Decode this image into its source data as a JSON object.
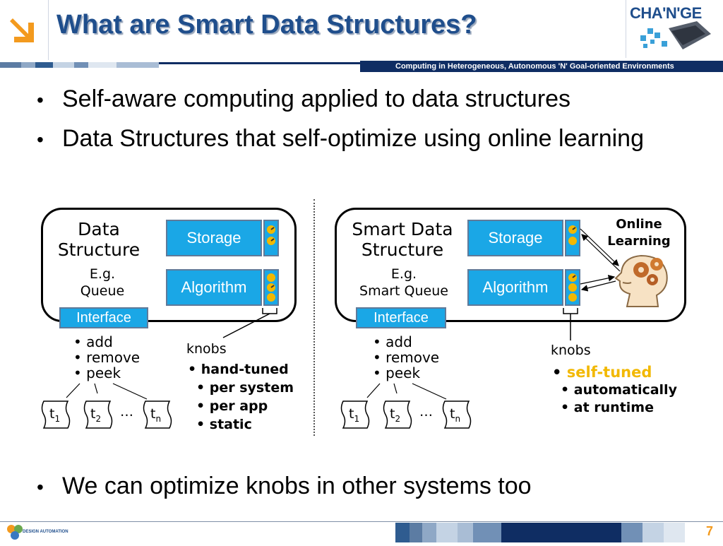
{
  "header": {
    "title": "What are Smart Data Structures?",
    "logo_text": "CHA'N'GE",
    "subtitle": "Computing in Heterogeneous, Autonomous 'N' Goal-oriented Environments"
  },
  "bullets": [
    "Self-aware computing applied to data structures",
    "Data Structures that self-optimize using online learning",
    "We can optimize knobs in other systems too"
  ],
  "left_diagram": {
    "title_line1": "Data",
    "title_line2": "Structure",
    "eg_line1": "E.g.",
    "eg_line2": "Queue",
    "storage": "Storage",
    "algorithm": "Algorithm",
    "interface": "Interface",
    "ops": [
      "add",
      "remove",
      "peek"
    ],
    "knobs_label": "knobs",
    "knob_items": [
      "hand-tuned",
      "per system",
      "per app",
      "static"
    ],
    "threads": [
      "t1",
      "t2",
      "…",
      "tn"
    ]
  },
  "right_diagram": {
    "title_line1": "Smart Data",
    "title_line2": "Structure",
    "eg_line1": "E.g.",
    "eg_line2": "Smart Queue",
    "storage": "Storage",
    "algorithm": "Algorithm",
    "interface": "Interface",
    "online_line1": "Online",
    "online_line2": "Learning",
    "ops": [
      "add",
      "remove",
      "peek"
    ],
    "knobs_label": "knobs",
    "self_tuned": "self-tuned",
    "knob_items": [
      "automatically",
      "at runtime"
    ],
    "threads": [
      "t1",
      "t2",
      "…",
      "tn"
    ]
  },
  "footer": {
    "page_number": "7",
    "logo_text": "DESIGN AUTOMATION"
  },
  "colors": {
    "title_blue": "#1f4e8c",
    "box_blue": "#1aa7e6",
    "self_tuned": "#f2b800",
    "navy": "#0f2d63",
    "logo_orange": "#f39a1e"
  }
}
